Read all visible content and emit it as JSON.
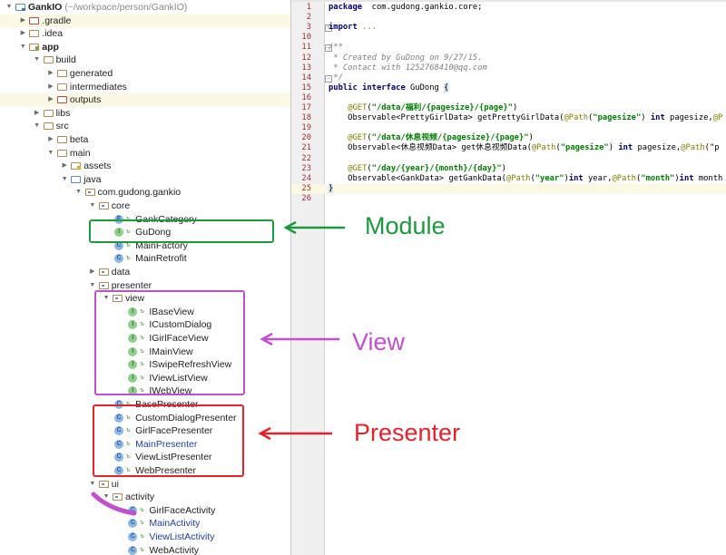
{
  "project_tree": {
    "rows": [
      {
        "label": "GankIO",
        "suffix": " (~/workpace/person/GankIO)",
        "indent": 0,
        "arrow": "down",
        "icon": "project-folder",
        "bold": true
      },
      {
        "label": ".gradle",
        "indent": 1,
        "arrow": "right",
        "icon": "folder-red",
        "highlight": true
      },
      {
        "label": ".idea",
        "indent": 1,
        "arrow": "right",
        "icon": "folder"
      },
      {
        "label": "app",
        "indent": 1,
        "arrow": "down",
        "icon": "module-folder",
        "bold": true
      },
      {
        "label": "build",
        "indent": 2,
        "arrow": "down",
        "icon": "folder"
      },
      {
        "label": "generated",
        "indent": 3,
        "arrow": "right",
        "icon": "folder"
      },
      {
        "label": "intermediates",
        "indent": 3,
        "arrow": "right",
        "icon": "folder"
      },
      {
        "label": "outputs",
        "indent": 3,
        "arrow": "right",
        "icon": "folder-red",
        "highlight": true
      },
      {
        "label": "libs",
        "indent": 2,
        "arrow": "right",
        "icon": "folder"
      },
      {
        "label": "src",
        "indent": 2,
        "arrow": "down",
        "icon": "folder"
      },
      {
        "label": "beta",
        "indent": 3,
        "arrow": "right",
        "icon": "folder"
      },
      {
        "label": "main",
        "indent": 3,
        "arrow": "down",
        "icon": "folder"
      },
      {
        "label": "assets",
        "indent": 4,
        "arrow": "right",
        "icon": "assets-folder"
      },
      {
        "label": "java",
        "indent": 4,
        "arrow": "down",
        "icon": "source-folder"
      },
      {
        "label": "com.gudong.gankio",
        "indent": 5,
        "arrow": "down",
        "icon": "package"
      },
      {
        "label": "core",
        "indent": 6,
        "arrow": "down",
        "icon": "package"
      },
      {
        "label": "GankCategory",
        "indent": 7,
        "icon": "enum"
      },
      {
        "label": "GuDong",
        "indent": 7,
        "icon": "interface"
      },
      {
        "label": "MainFactory",
        "indent": 7,
        "icon": "class"
      },
      {
        "label": "MainRetrofit",
        "indent": 7,
        "icon": "class"
      },
      {
        "label": "data",
        "indent": 6,
        "arrow": "right",
        "icon": "package"
      },
      {
        "label": "presenter",
        "indent": 6,
        "arrow": "down",
        "icon": "package"
      },
      {
        "label": "view",
        "indent": 7,
        "arrow": "down",
        "icon": "package"
      },
      {
        "label": "IBaseView",
        "indent": 8,
        "icon": "interface"
      },
      {
        "label": "ICustomDialog",
        "indent": 8,
        "icon": "interface"
      },
      {
        "label": "IGirlFaceView",
        "indent": 8,
        "icon": "interface"
      },
      {
        "label": "IMainView",
        "indent": 8,
        "icon": "interface"
      },
      {
        "label": "ISwipeRefreshView",
        "indent": 8,
        "icon": "interface"
      },
      {
        "label": "IViewListView",
        "indent": 8,
        "icon": "interface"
      },
      {
        "label": "IWebView",
        "indent": 8,
        "icon": "interface"
      },
      {
        "label": "BasePresenter",
        "indent": 7,
        "icon": "class"
      },
      {
        "label": "CustomDialogPresenter",
        "indent": 7,
        "icon": "class"
      },
      {
        "label": "GirlFacePresenter",
        "indent": 7,
        "icon": "class"
      },
      {
        "label": "MainPresenter",
        "indent": 7,
        "icon": "class",
        "modified": true
      },
      {
        "label": "ViewListPresenter",
        "indent": 7,
        "icon": "class"
      },
      {
        "label": "WebPresenter",
        "indent": 7,
        "icon": "class"
      },
      {
        "label": "ui",
        "indent": 6,
        "arrow": "down",
        "icon": "package"
      },
      {
        "label": "activity",
        "indent": 7,
        "arrow": "down",
        "icon": "package"
      },
      {
        "label": "GirlFaceActivity",
        "indent": 8,
        "icon": "class"
      },
      {
        "label": "MainActivity",
        "indent": 8,
        "icon": "class",
        "modified": true
      },
      {
        "label": "ViewListActivity",
        "indent": 8,
        "icon": "class",
        "modified": true
      },
      {
        "label": "WebActivity",
        "indent": 8,
        "icon": "class"
      }
    ]
  },
  "editor": {
    "current_line": "25",
    "lines": [
      {
        "n": "1",
        "segs": [
          [
            "kw",
            "package"
          ],
          [
            "",
            "  com.gudong.gankio.core;"
          ]
        ]
      },
      {
        "n": "2",
        "segs": []
      },
      {
        "n": "3",
        "fold": "+",
        "segs": [
          [
            "kw",
            "import"
          ],
          [
            "",
            ""
          ],
          [
            "an",
            " ..."
          ]
        ]
      },
      {
        "n": "10",
        "segs": []
      },
      {
        "n": "11",
        "fold": "-",
        "segs": [
          [
            "cm",
            "/**"
          ]
        ]
      },
      {
        "n": "12",
        "segs": [
          [
            "cm",
            " * Created by GuDong on 9/27/15."
          ]
        ]
      },
      {
        "n": "13",
        "segs": [
          [
            "cm",
            " * Contact with 1252768410@qq.com"
          ]
        ]
      },
      {
        "n": "14",
        "fold": "-",
        "segs": [
          [
            "cm",
            " */"
          ]
        ]
      },
      {
        "n": "15",
        "segs": [
          [
            "kw",
            "public interface"
          ],
          [
            "",
            " GuDong "
          ],
          [
            "brace",
            "{"
          ]
        ]
      },
      {
        "n": "16",
        "segs": []
      },
      {
        "n": "17",
        "segs": [
          [
            "",
            "    "
          ],
          [
            "an",
            "@GET"
          ],
          [
            "",
            "("
          ],
          [
            "st",
            "\"/data/福利/{pagesize}/{page}\""
          ],
          [
            "",
            ")"
          ]
        ]
      },
      {
        "n": "18",
        "segs": [
          [
            "",
            "    Observable<PrettyGirlData> getPrettyGirlData("
          ],
          [
            "an",
            "@Path"
          ],
          [
            "",
            "("
          ],
          [
            "st",
            "\"pagesize\""
          ],
          [
            "",
            ") "
          ],
          [
            "kw",
            "int"
          ],
          [
            "",
            " pagesize,"
          ],
          [
            "an",
            "@P"
          ]
        ]
      },
      {
        "n": "19",
        "segs": []
      },
      {
        "n": "20",
        "segs": [
          [
            "",
            "    "
          ],
          [
            "an",
            "@GET"
          ],
          [
            "",
            "("
          ],
          [
            "st",
            "\"/data/休息视频/{pagesize}/{page}\""
          ],
          [
            "",
            ")"
          ]
        ]
      },
      {
        "n": "21",
        "segs": [
          [
            "",
            "    Observable<休息视频Data> get休息视频Data("
          ],
          [
            "an",
            "@Path"
          ],
          [
            "",
            "("
          ],
          [
            "st",
            "\"pagesize\""
          ],
          [
            "",
            ") "
          ],
          [
            "kw",
            "int"
          ],
          [
            "",
            " pagesize,"
          ],
          [
            "an",
            "@Path"
          ],
          [
            "",
            "(\"p"
          ]
        ]
      },
      {
        "n": "22",
        "segs": []
      },
      {
        "n": "23",
        "segs": [
          [
            "",
            "    "
          ],
          [
            "an",
            "@GET"
          ],
          [
            "",
            "("
          ],
          [
            "st",
            "\"/day/{year}/{month}/{day}\""
          ],
          [
            "",
            ")"
          ]
        ]
      },
      {
        "n": "24",
        "segs": [
          [
            "",
            "    Observable<GankData> getGankData("
          ],
          [
            "an",
            "@Path"
          ],
          [
            "",
            "("
          ],
          [
            "st",
            "\"year\""
          ],
          [
            "",
            ")"
          ],
          [
            "kw",
            "int"
          ],
          [
            "",
            " year,"
          ],
          [
            "an",
            "@Path"
          ],
          [
            "",
            "("
          ],
          [
            "st",
            "\"month\""
          ],
          [
            "",
            ")"
          ],
          [
            "kw",
            "int"
          ],
          [
            "",
            " month"
          ]
        ]
      },
      {
        "n": "25",
        "segs": [
          [
            "brace",
            "}"
          ]
        ]
      },
      {
        "n": "26",
        "segs": []
      }
    ]
  },
  "annotations": {
    "module": {
      "label": "Module",
      "color": "#1a9a3c"
    },
    "view": {
      "label": "View",
      "color": "#c44ed0"
    },
    "presenter": {
      "label": "Presenter",
      "color": "#e8202a"
    },
    "scribble_color": "#c44ed0"
  }
}
